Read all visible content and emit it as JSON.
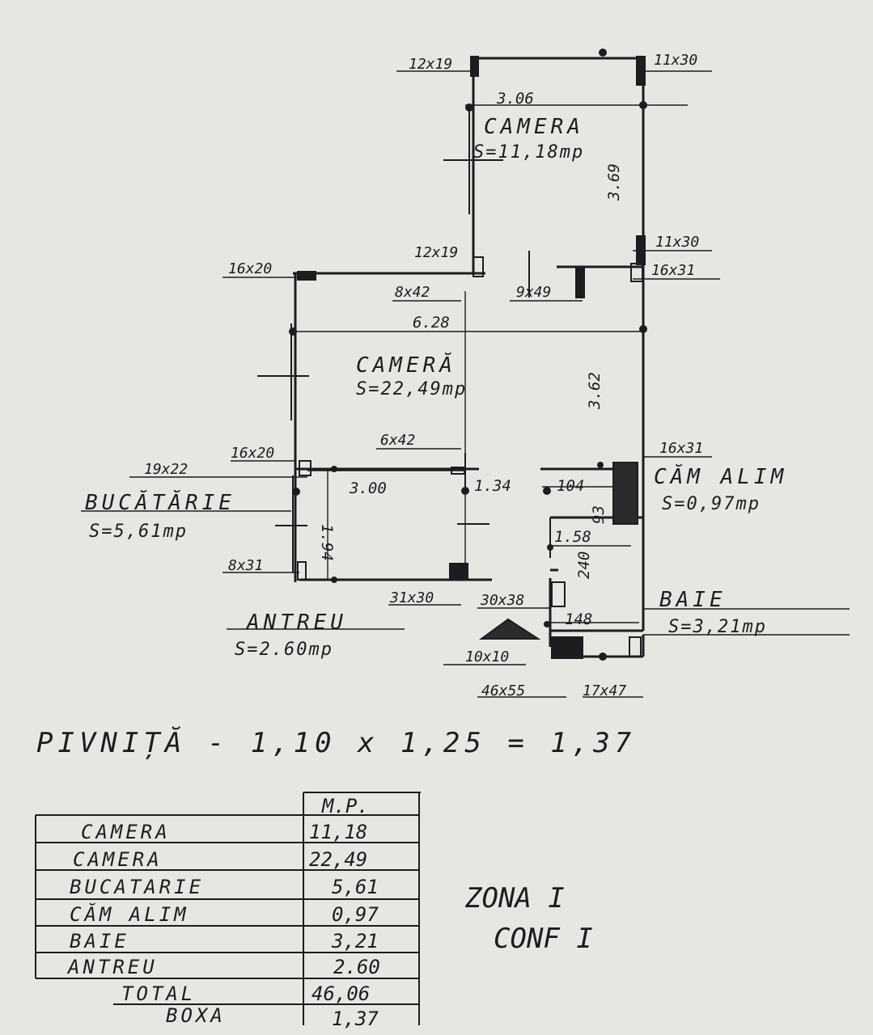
{
  "rooms": {
    "camera_top": {
      "name": "CAMERA",
      "area": "S=11,18mp",
      "width": "3.06",
      "length": "3.69"
    },
    "camera_main": {
      "name": "CAMERĂ",
      "area": "S=22,49mp",
      "width": "6.28",
      "length": "3.62"
    },
    "bucatarie": {
      "name": "BUCĂTĂRIE",
      "area": "S=5,61mp",
      "width": "3.00",
      "length": "1.94"
    },
    "cam_alim": {
      "name": "CĂM ALIM",
      "area": "S=0,97mp"
    },
    "baie": {
      "name": "BAIE",
      "area": "S=3,21mp"
    },
    "antreu": {
      "name": "ANTREU",
      "area": "S=2.60mp"
    }
  },
  "dimensions": {
    "d_134": "1.34",
    "d_104": "104",
    "d_93": "93",
    "d_158": "1.58",
    "d_240": "240",
    "d_148": "148"
  },
  "sections": {
    "s1": "12x19",
    "s2": "11x30",
    "s3": "12x19",
    "s4": "11x30",
    "s5": "16x20",
    "s6": "16x31",
    "s7": "8x42",
    "s8": "9x49",
    "s9": "6x42",
    "s10": "16x31",
    "s11": "19x22",
    "s12": "16x20",
    "s13": "8x31",
    "s14": "31x30",
    "s15": "30x38",
    "s16": "10x10",
    "s17": "46x55",
    "s18": "17x47"
  },
  "pivnita": "PIVNIȚĂ - 1,10 x 1,25 = 1,37",
  "table": {
    "header": "M.P.",
    "rows": [
      {
        "label": "CAMERA",
        "value": "11,18"
      },
      {
        "label": "CAMERA",
        "value": "22,49"
      },
      {
        "label": "BUCATARIE",
        "value": "5,61"
      },
      {
        "label": "CĂM ALIM",
        "value": "0,97"
      },
      {
        "label": "BAIE",
        "value": "3,21"
      },
      {
        "label": "ANTREU",
        "value": "2.60"
      },
      {
        "label": "TOTAL",
        "value": "46,06"
      },
      {
        "label": "BOXA",
        "value": "1,37"
      }
    ]
  },
  "zone": {
    "line1": "ZONA I",
    "line2": "CONF I"
  },
  "colors": {
    "paper": "#e6e7e3",
    "ink": "#1d1d1d"
  }
}
